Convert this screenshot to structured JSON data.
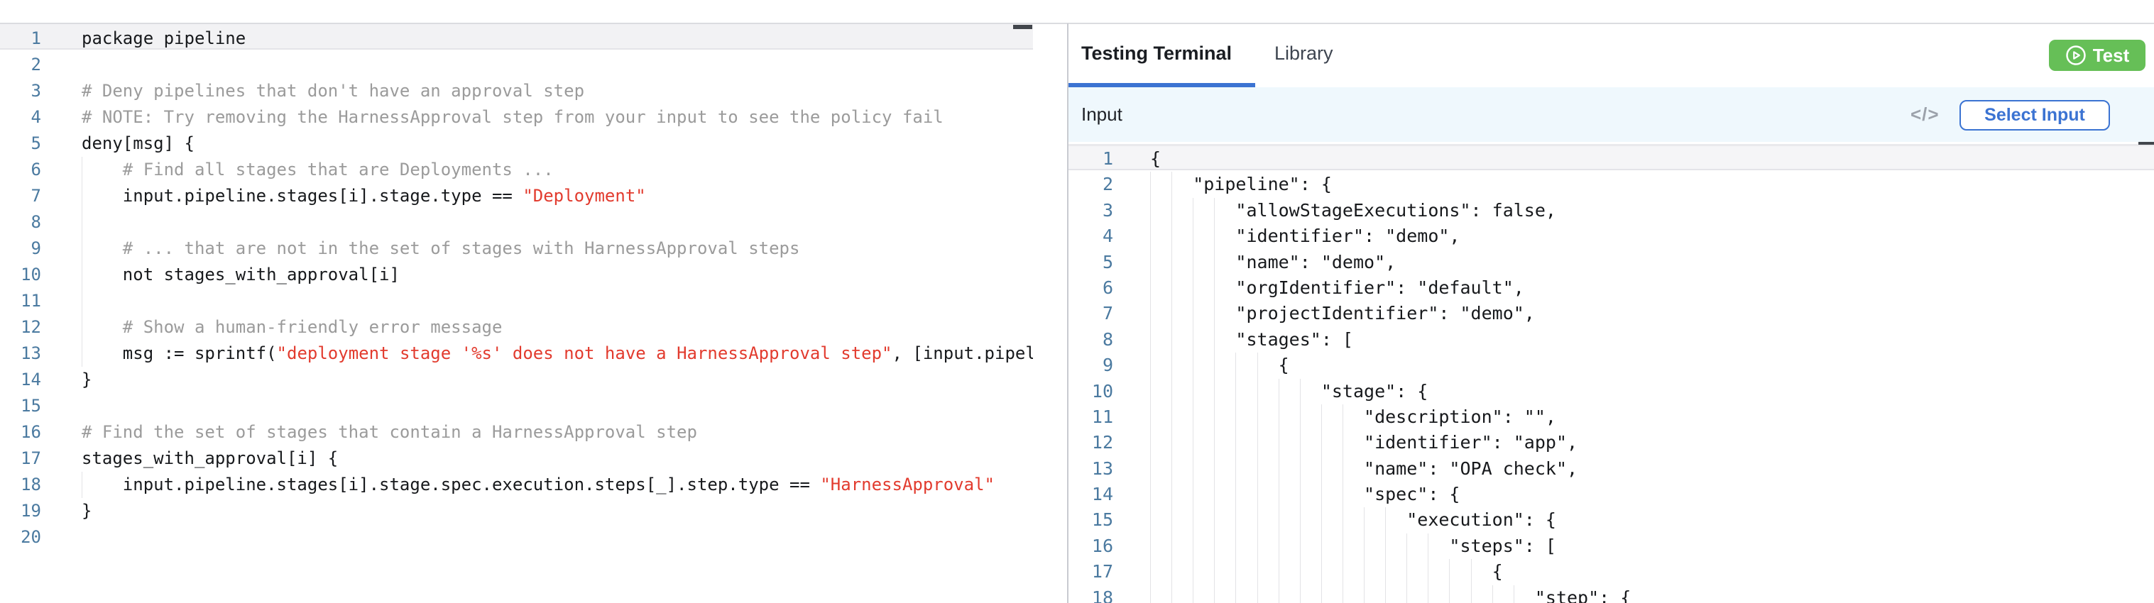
{
  "colors": {
    "accent_blue": "#3B73D2",
    "test_green": "#66BF57",
    "string_red": "#E23B2E",
    "comment_gray": "#9B9B9B",
    "line_number_blue": "#4B7AA0",
    "code_dark": "#17191C",
    "input_bar_bg": "#EFF8FD"
  },
  "left_editor": {
    "language": "rego",
    "guide_interval_chars": 4,
    "lines": [
      {
        "n": 1,
        "guides": 0,
        "segments": [
          {
            "type": "code",
            "text": "package pipeline"
          }
        ]
      },
      {
        "n": 2,
        "guides": 0,
        "segments": [
          {
            "type": "code",
            "text": ""
          }
        ]
      },
      {
        "n": 3,
        "guides": 0,
        "segments": [
          {
            "type": "comment",
            "text": "# Deny pipelines that don't have an approval step"
          }
        ]
      },
      {
        "n": 4,
        "guides": 0,
        "segments": [
          {
            "type": "comment",
            "text": "# NOTE: Try removing the HarnessApproval step from your input to see the policy fail"
          }
        ]
      },
      {
        "n": 5,
        "guides": 0,
        "segments": [
          {
            "type": "code",
            "text": "deny[msg] {"
          }
        ]
      },
      {
        "n": 6,
        "guides": 1,
        "segments": [
          {
            "type": "comment",
            "text": "    # Find all stages that are Deployments ..."
          }
        ]
      },
      {
        "n": 7,
        "guides": 1,
        "segments": [
          {
            "type": "code",
            "text": "    input.pipeline.stages[i].stage.type == "
          },
          {
            "type": "string",
            "text": "\"Deployment\""
          }
        ]
      },
      {
        "n": 8,
        "guides": 1,
        "segments": [
          {
            "type": "code",
            "text": ""
          }
        ]
      },
      {
        "n": 9,
        "guides": 1,
        "segments": [
          {
            "type": "comment",
            "text": "    # ... that are not in the set of stages with HarnessApproval steps"
          }
        ]
      },
      {
        "n": 10,
        "guides": 1,
        "segments": [
          {
            "type": "code",
            "text": "    not stages_with_approval[i]"
          }
        ]
      },
      {
        "n": 11,
        "guides": 1,
        "segments": [
          {
            "type": "code",
            "text": ""
          }
        ]
      },
      {
        "n": 12,
        "guides": 1,
        "segments": [
          {
            "type": "comment",
            "text": "    # Show a human-friendly error message"
          }
        ]
      },
      {
        "n": 13,
        "guides": 1,
        "segments": [
          {
            "type": "code",
            "text": "    msg := sprintf("
          },
          {
            "type": "string",
            "text": "\"deployment stage '%s' does not have a HarnessApproval step\""
          },
          {
            "type": "code",
            "text": ", [input.pipel"
          }
        ]
      },
      {
        "n": 14,
        "guides": 0,
        "segments": [
          {
            "type": "code",
            "text": "}"
          }
        ]
      },
      {
        "n": 15,
        "guides": 0,
        "segments": [
          {
            "type": "code",
            "text": ""
          }
        ]
      },
      {
        "n": 16,
        "guides": 0,
        "segments": [
          {
            "type": "comment",
            "text": "# Find the set of stages that contain a HarnessApproval step"
          }
        ]
      },
      {
        "n": 17,
        "guides": 0,
        "segments": [
          {
            "type": "code",
            "text": "stages_with_approval[i] {"
          }
        ]
      },
      {
        "n": 18,
        "guides": 1,
        "segments": [
          {
            "type": "code",
            "text": "    input.pipeline.stages[i].stage.spec.execution.steps[_].step.type == "
          },
          {
            "type": "string",
            "text": "\"HarnessApproval\""
          }
        ]
      },
      {
        "n": 19,
        "guides": 0,
        "segments": [
          {
            "type": "code",
            "text": "}"
          }
        ]
      },
      {
        "n": 20,
        "guides": 0,
        "segments": [
          {
            "type": "code",
            "text": ""
          }
        ]
      }
    ]
  },
  "right_panel": {
    "tabs": [
      {
        "label": "Testing Terminal",
        "active": true
      },
      {
        "label": "Library",
        "active": false
      }
    ],
    "test_button": {
      "label": "Test",
      "icon": "play-circle-icon"
    },
    "input_bar": {
      "title": "Input",
      "code_icon_glyph": "</>",
      "select_button_label": "Select Input"
    },
    "json_editor": {
      "language": "json",
      "guide_interval_chars": 2,
      "lines": [
        {
          "n": 1,
          "guides": 0,
          "segments": [
            {
              "type": "code",
              "text": "{"
            }
          ]
        },
        {
          "n": 2,
          "guides": 2,
          "segments": [
            {
              "type": "code",
              "text": "    \"pipeline\": {"
            }
          ]
        },
        {
          "n": 3,
          "guides": 4,
          "segments": [
            {
              "type": "code",
              "text": "        \"allowStageExecutions\": false,"
            }
          ]
        },
        {
          "n": 4,
          "guides": 4,
          "segments": [
            {
              "type": "code",
              "text": "        \"identifier\": \"demo\","
            }
          ]
        },
        {
          "n": 5,
          "guides": 4,
          "segments": [
            {
              "type": "code",
              "text": "        \"name\": \"demo\","
            }
          ]
        },
        {
          "n": 6,
          "guides": 4,
          "segments": [
            {
              "type": "code",
              "text": "        \"orgIdentifier\": \"default\","
            }
          ]
        },
        {
          "n": 7,
          "guides": 4,
          "segments": [
            {
              "type": "code",
              "text": "        \"projectIdentifier\": \"demo\","
            }
          ]
        },
        {
          "n": 8,
          "guides": 4,
          "segments": [
            {
              "type": "code",
              "text": "        \"stages\": ["
            }
          ]
        },
        {
          "n": 9,
          "guides": 6,
          "segments": [
            {
              "type": "code",
              "text": "            {"
            }
          ]
        },
        {
          "n": 10,
          "guides": 8,
          "segments": [
            {
              "type": "code",
              "text": "                \"stage\": {"
            }
          ]
        },
        {
          "n": 11,
          "guides": 10,
          "segments": [
            {
              "type": "code",
              "text": "                    \"description\": \"\","
            }
          ]
        },
        {
          "n": 12,
          "guides": 10,
          "segments": [
            {
              "type": "code",
              "text": "                    \"identifier\": \"app\","
            }
          ]
        },
        {
          "n": 13,
          "guides": 10,
          "segments": [
            {
              "type": "code",
              "text": "                    \"name\": \"OPA check\","
            }
          ]
        },
        {
          "n": 14,
          "guides": 10,
          "segments": [
            {
              "type": "code",
              "text": "                    \"spec\": {"
            }
          ]
        },
        {
          "n": 15,
          "guides": 12,
          "segments": [
            {
              "type": "code",
              "text": "                        \"execution\": {"
            }
          ]
        },
        {
          "n": 16,
          "guides": 14,
          "segments": [
            {
              "type": "code",
              "text": "                            \"steps\": ["
            }
          ]
        },
        {
          "n": 17,
          "guides": 16,
          "segments": [
            {
              "type": "code",
              "text": "                                {"
            }
          ]
        },
        {
          "n": 18,
          "guides": 18,
          "segments": [
            {
              "type": "code",
              "text": "                                    \"step\": {"
            }
          ]
        }
      ]
    }
  }
}
